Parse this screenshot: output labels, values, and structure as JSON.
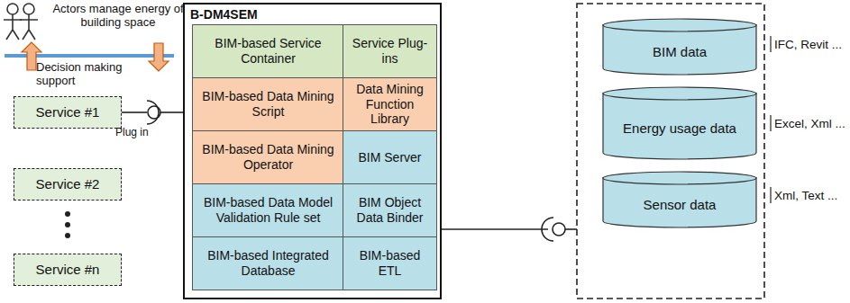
{
  "diagram": {
    "nodes": [
      {
        "text": [
          "Service #1"
        ]
      },
      {
        "text": [
          "Service #2"
        ]
      },
      {
        "text": [
          "Service #n"
        ]
      },
      {
        "text": [
          "B-DM4SEM"
        ]
      },
      {
        "text": [
          "BIM-based Service Container"
        ],
        "in": 3
      },
      {
        "text": [
          "Service Plug-ins"
        ],
        "in": 3
      },
      {
        "text": [
          "BIM-based Data Mining Script"
        ],
        "in": 3
      },
      {
        "text": [
          "Data Mining Function Library"
        ],
        "in": 3
      },
      {
        "text": [
          "BIM-based Data Mining Operator"
        ],
        "in": 3
      },
      {
        "text": [
          "BIM Server"
        ],
        "in": 3
      },
      {
        "text": [
          "BIM-based Data Model Validation Rule set"
        ],
        "in": 3
      },
      {
        "text": [
          "BIM Object Data Binder"
        ],
        "in": 3
      },
      {
        "text": [
          "BIM-based Integrated Database"
        ],
        "in": 3
      },
      {
        "text": [
          "BIM-based ETL"
        ],
        "in": 3
      },
      {
        "text": [
          "BIM data"
        ]
      },
      {
        "text": [
          "Energy usage data"
        ]
      },
      {
        "text": [
          "Sensor data"
        ]
      }
    ],
    "edges": [
      {
        "from": 0,
        "to": 3,
        "arrow": "none"
      }
    ],
    "labels": [
      "Actors manage energy of building space",
      "Decision making support",
      "Plug in",
      "IFC, Revit ...",
      "Excel, Xml ...",
      "Xml, Text ..."
    ]
  }
}
